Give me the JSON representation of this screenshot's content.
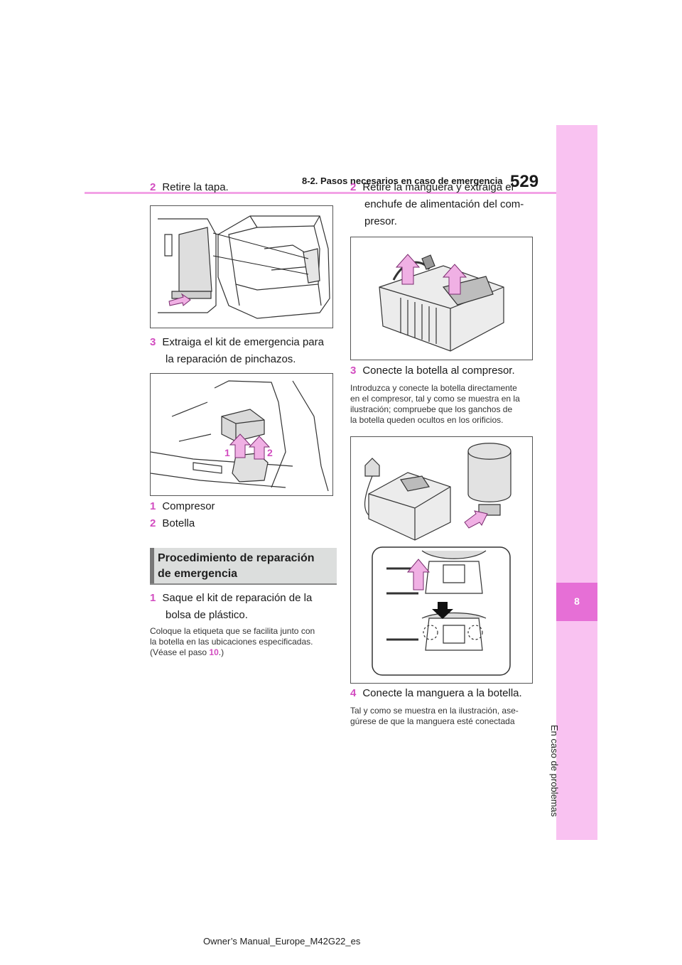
{
  "header": {
    "page_number": "529",
    "section_title": "8-2. Pasos necesarios en caso de emergencia"
  },
  "side_tab": {
    "chapter_number": "8",
    "chapter_title": "En caso de problemas"
  },
  "left_column": {
    "step2": {
      "num": "2",
      "text": "Retire la tapa."
    },
    "step3": {
      "num": "3",
      "line1": "Extraiga el kit de emergencia para",
      "line2": "la reparación de pinchazos."
    },
    "fig2_labels": {
      "a": "1",
      "b": "2"
    },
    "legend": [
      {
        "num": "1",
        "text": "Compresor"
      },
      {
        "num": "2",
        "text": "Botella"
      }
    ],
    "procedure_title": {
      "line1": "Procedimiento de reparación",
      "line2": "de emergencia"
    },
    "proc_step1": {
      "num": "1",
      "line1": "Saque el kit de reparación de la",
      "line2": "bolsa de plástico."
    },
    "proc_note": {
      "line1": "Coloque la etiqueta que se facilita junto con",
      "line2": "la botella en las ubicaciones especificadas.",
      "line3_pre": "(Véase el paso ",
      "line3_ref": "10",
      "line3_post": ".)"
    }
  },
  "right_column": {
    "step2": {
      "num": "2",
      "line1": "Retire la manguera y extraiga el",
      "line2": "enchufe de alimentación del com-",
      "line3": "presor."
    },
    "step3": {
      "num": "3",
      "text": "Conecte la botella al compresor."
    },
    "step3_note": {
      "line1": "Introduzca y conecte la botella directamente",
      "line2": "en el compresor, tal y como se muestra en la",
      "line3": "ilustración; compruebe que los ganchos de",
      "line4": "la botella queden ocultos en los orificios."
    },
    "step4": {
      "num": "4",
      "text": "Conecte la manguera a la botella."
    },
    "step4_note": {
      "line1": "Tal y como se muestra en la ilustración, ase-",
      "line2": "gúrese de que la manguera esté conectada"
    }
  },
  "footer": {
    "text": "Owner’s Manual_Europe_M42G22_es"
  },
  "colors": {
    "accent": "#d24cc0",
    "tab_light": "#f9c2f1",
    "tab_dark": "#e66fd6",
    "arrow_fill": "#f0b0e4"
  }
}
